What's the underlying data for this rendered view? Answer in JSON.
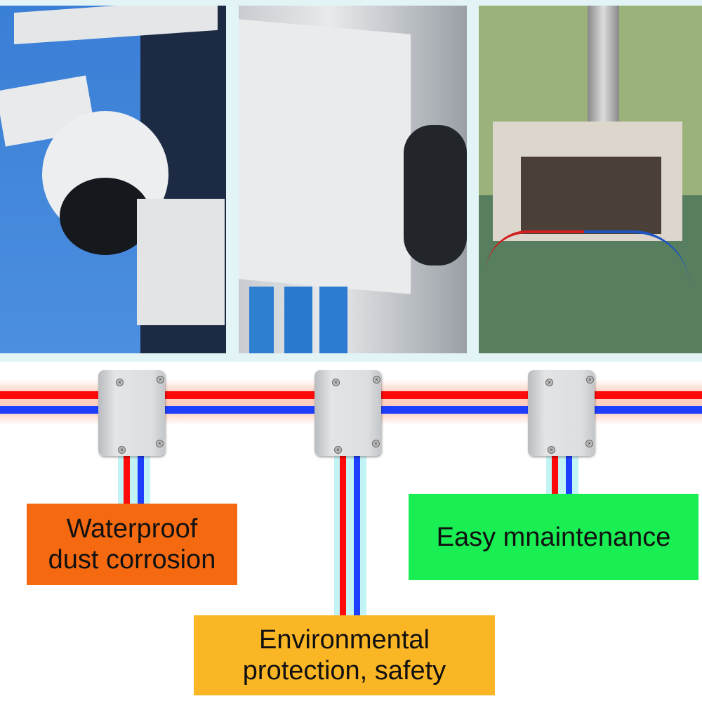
{
  "photos": [
    {
      "name": "security-camera-photo"
    },
    {
      "name": "junction-box-connectors-photo"
    },
    {
      "name": "wall-junction-box-wiring-photo"
    }
  ],
  "labels": {
    "waterproof": "Waterproof dust corrosion",
    "waterproof_line1": "Waterproof",
    "waterproof_line2": "dust corrosion",
    "maintenance": "Easy mnaintenance",
    "environmental_line1": "Environmental",
    "environmental_line2": "protection, safety"
  },
  "colors": {
    "orange": "#f56a10",
    "green": "#19ee52",
    "yellow": "#fbb625",
    "red_wire": "#ff0b0b",
    "blue_wire": "#1f3fff"
  }
}
